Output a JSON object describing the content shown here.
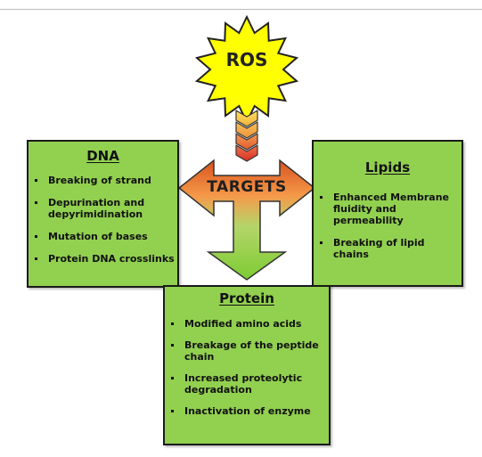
{
  "ros": {
    "label": "ROS",
    "color": "#ffff00"
  },
  "targets": {
    "label": "TARGETS"
  },
  "dna": {
    "title": "DNA",
    "items": [
      "Breaking of strand",
      "Depurination and depyrimidination",
      "Mutation of bases",
      "Protein DNA crosslinks"
    ]
  },
  "lipids": {
    "title": "Lipids",
    "items": [
      "Enhanced Membrane fluidity and permeability",
      "Breaking of lipid chains"
    ]
  },
  "protein": {
    "title": "Protein",
    "items": [
      "Modified amino acids",
      "Breakage of the peptide chain",
      "Increased proteolytic degradation",
      "Inactivation of enzyme"
    ]
  },
  "colors": {
    "box": "#92d050",
    "chevron": "#f4a020",
    "arrow_orange": "#e36c09"
  }
}
